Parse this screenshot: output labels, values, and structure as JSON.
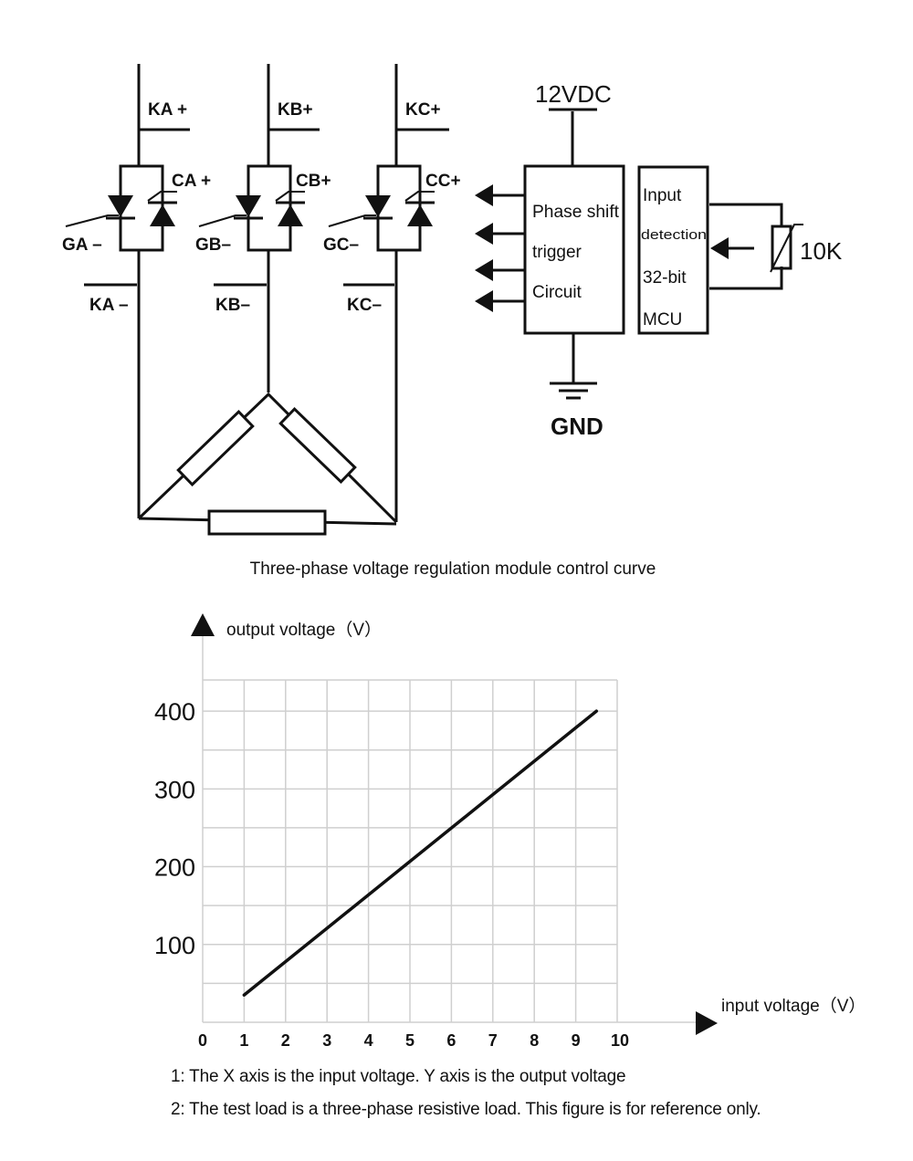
{
  "circuit": {
    "phases": [
      {
        "k_plus": "KA +",
        "c_plus": "CA +",
        "g_minus": "GA –",
        "k_minus": "KA –"
      },
      {
        "k_plus": "KB+",
        "c_plus": "CB+",
        "g_minus": "GB–",
        "k_minus": "KB–"
      },
      {
        "k_plus": "KC+",
        "c_plus": "CC+",
        "g_minus": "GC–",
        "k_minus": "KC–"
      }
    ],
    "supply": "12VDC",
    "ground": "GND",
    "trigger_block": [
      "Phase shift",
      "trigger",
      "Circuit"
    ],
    "mcu_block": [
      "Input",
      "detection",
      "32-bit",
      "MCU"
    ],
    "pot_label": "10K"
  },
  "chart_title": "Three-phase voltage regulation module control curve",
  "chart_data": {
    "type": "line",
    "ylabel": "output voltage（V）",
    "xlabel": "input voltage（V）",
    "x_ticks": [
      "0",
      "1",
      "2",
      "3",
      "4",
      "5",
      "6",
      "7",
      "8",
      "9",
      "10"
    ],
    "y_ticks": [
      "100",
      "200",
      "300",
      "400"
    ],
    "xlim": [
      0,
      10
    ],
    "ylim": [
      0,
      440
    ],
    "grid": true,
    "series": [
      {
        "x": [
          1,
          9.5
        ],
        "y": [
          35,
          400
        ]
      }
    ]
  },
  "notes": [
    "1: The X axis is the input voltage. Y axis is the output voltage",
    "2: The test load is a three-phase resistive load. This figure is for reference only."
  ]
}
